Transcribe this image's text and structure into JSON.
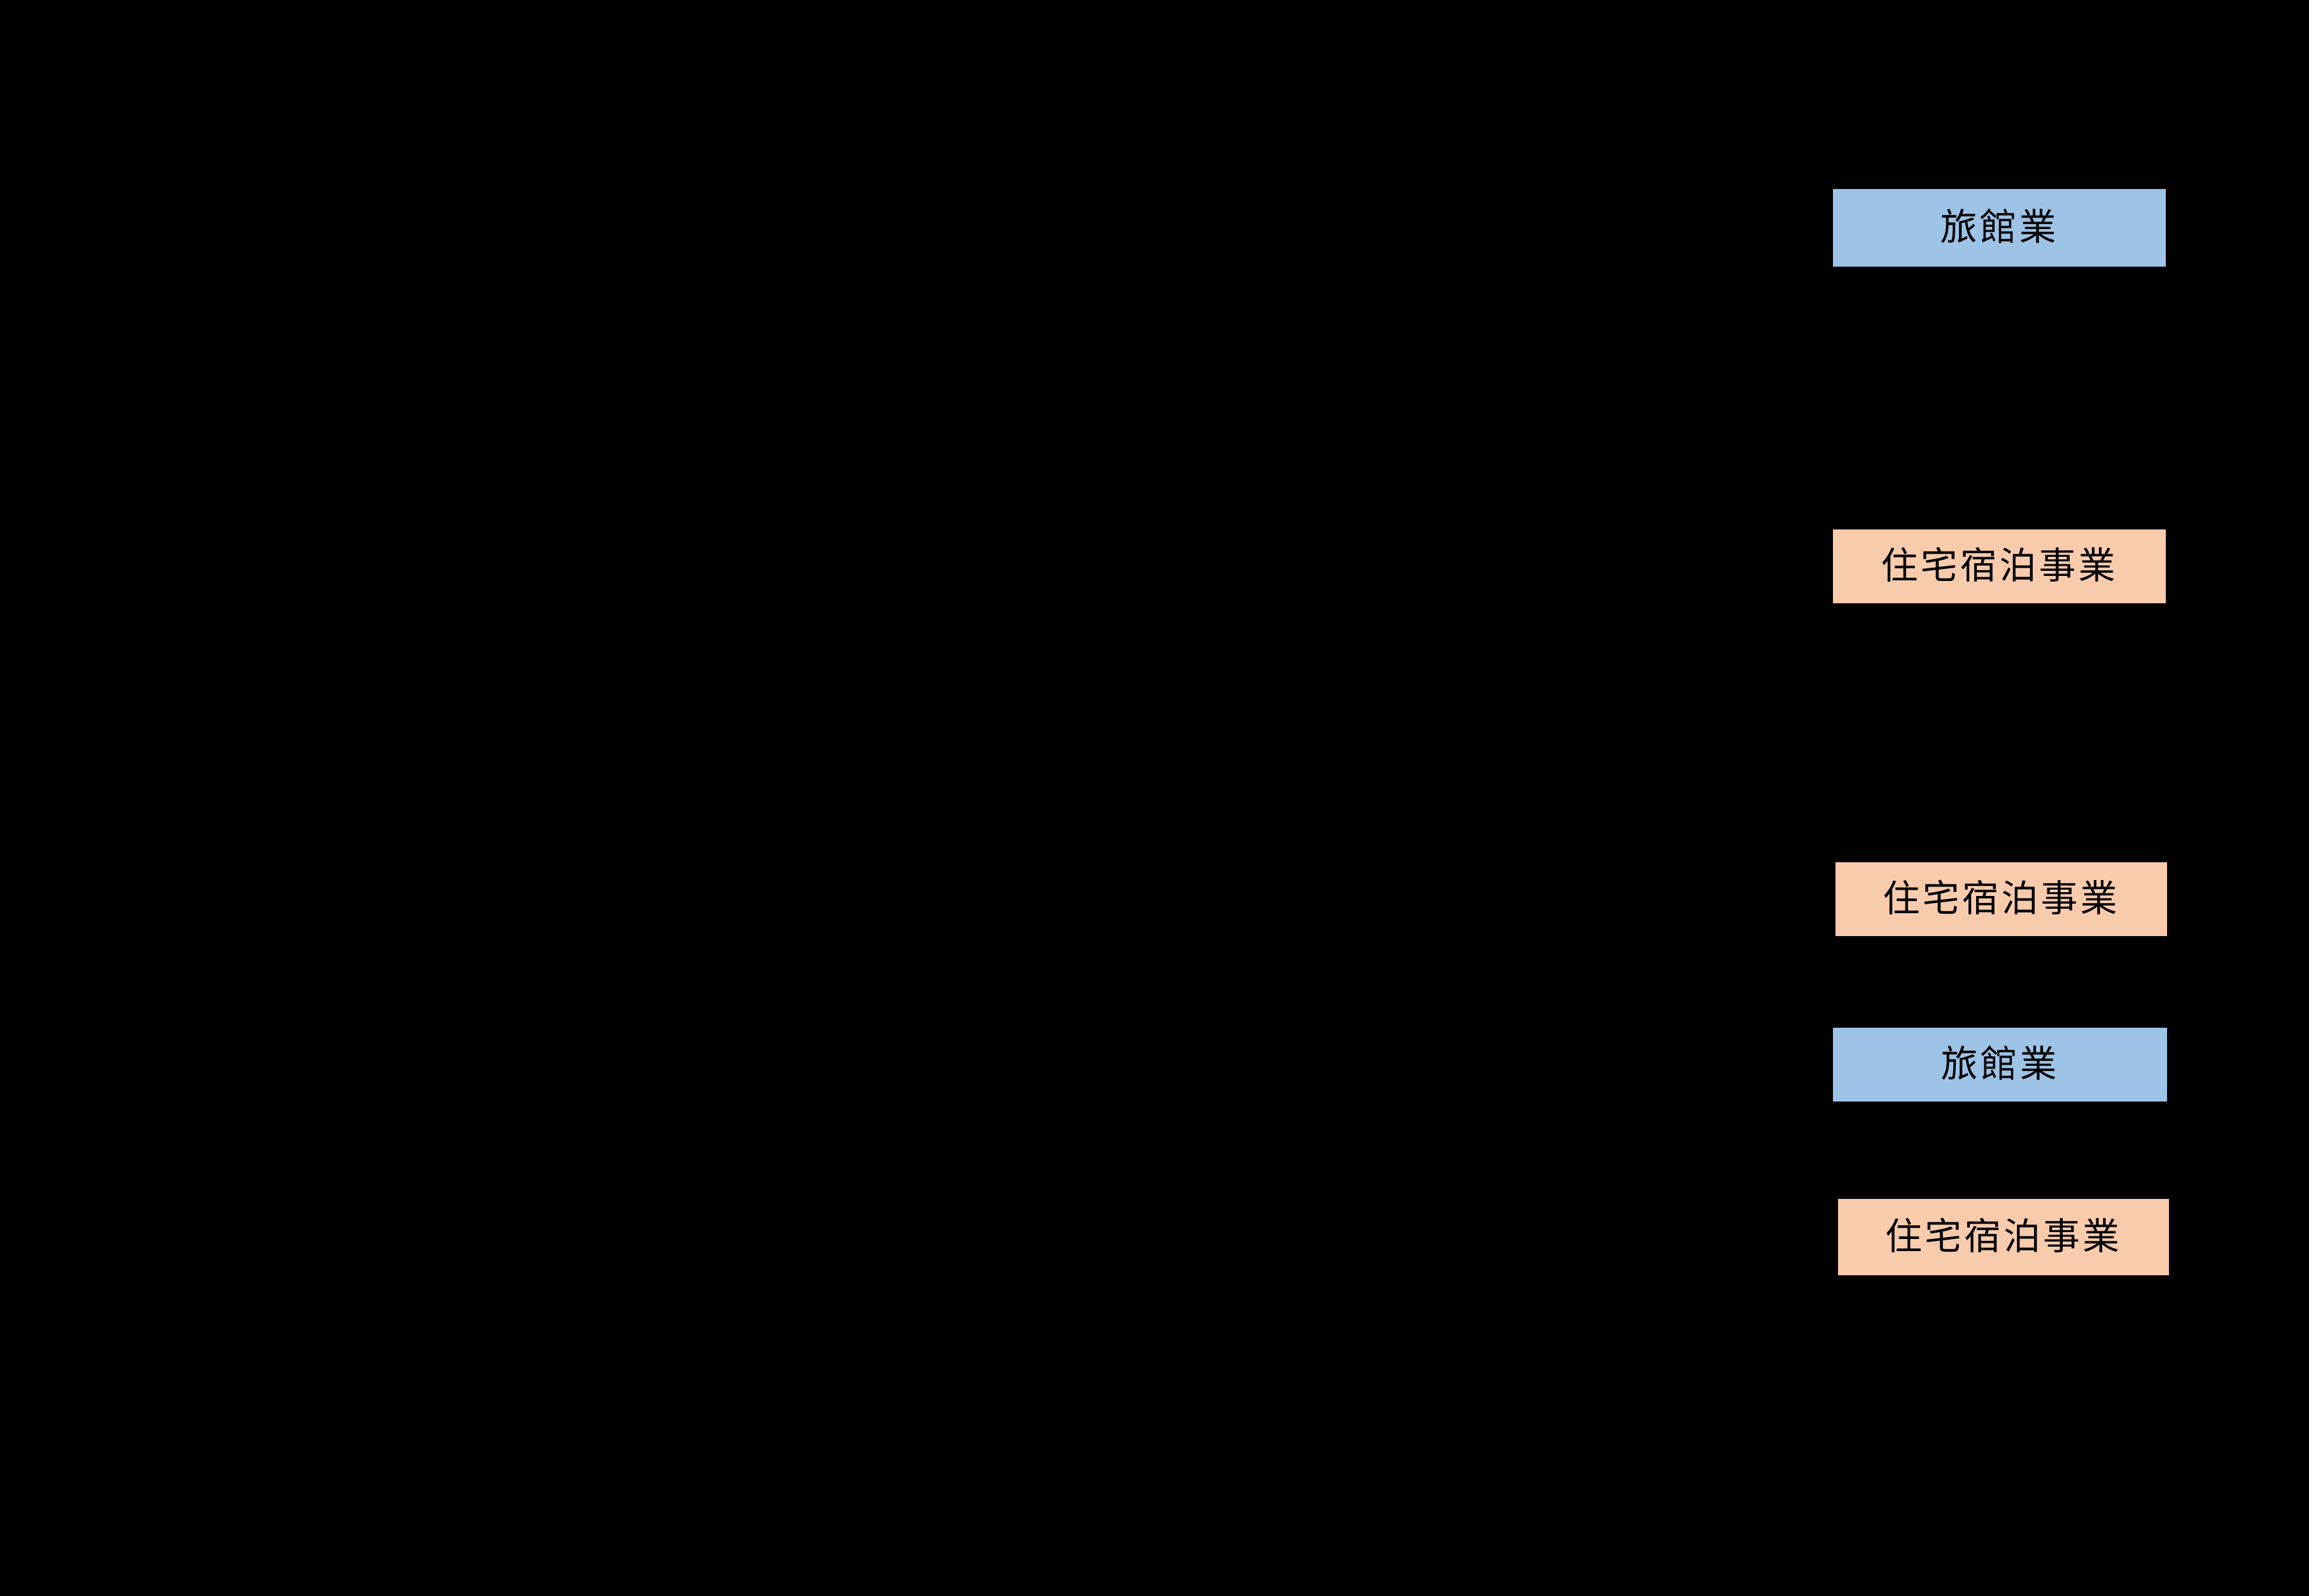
{
  "diagram": {
    "background_color": "#000000",
    "labels": [
      {
        "text": "旅館業",
        "category": "ryokan",
        "color": "#9DC3E6"
      },
      {
        "text": "住宅宿泊事業",
        "category": "minpaku",
        "color": "#F8CBAD"
      },
      {
        "text": "住宅宿泊事業",
        "category": "minpaku",
        "color": "#F8CBAD"
      },
      {
        "text": "旅館業",
        "category": "ryokan",
        "color": "#9DC3E6"
      },
      {
        "text": "住宅宿泊事業",
        "category": "minpaku",
        "color": "#F8CBAD"
      }
    ]
  }
}
